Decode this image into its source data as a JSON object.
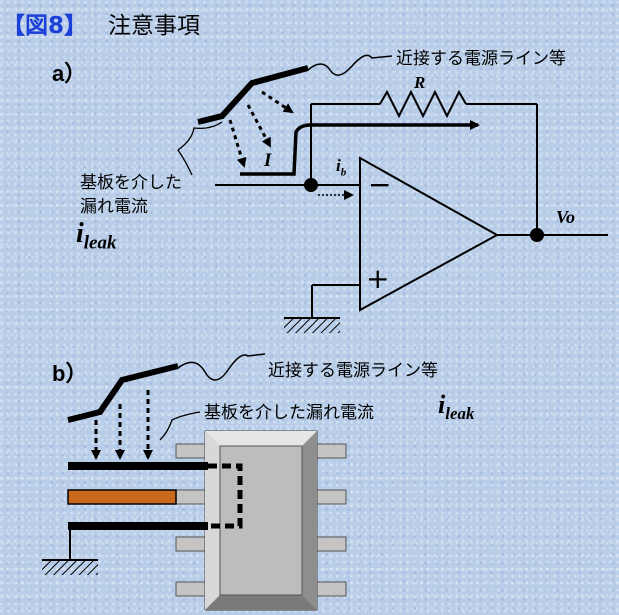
{
  "title": {
    "figure_tag": "【図8】",
    "heading": "注意事項"
  },
  "section_a": {
    "label": "a）",
    "power_line_label": "近接する電源ライン等",
    "leak_label_line1": "基板を介した",
    "leak_label_line2": "漏れ電流",
    "i_leak_main": "i",
    "i_leak_sub": "leak",
    "resistor": "R",
    "current": "I",
    "bias_main": "i",
    "bias_sub": "b",
    "output": "Vo",
    "minus": "−",
    "plus": "+"
  },
  "section_b": {
    "label": "b）",
    "power_line_label": "近接する電源ライン等",
    "leak_label": "基板を介した漏れ電流",
    "i_leak_main": "i",
    "i_leak_sub": "leak"
  },
  "colors": {
    "figure_tag": "#1a40d8",
    "copper_trace": "#c8691e",
    "chip_body": "#c4c4c4"
  }
}
